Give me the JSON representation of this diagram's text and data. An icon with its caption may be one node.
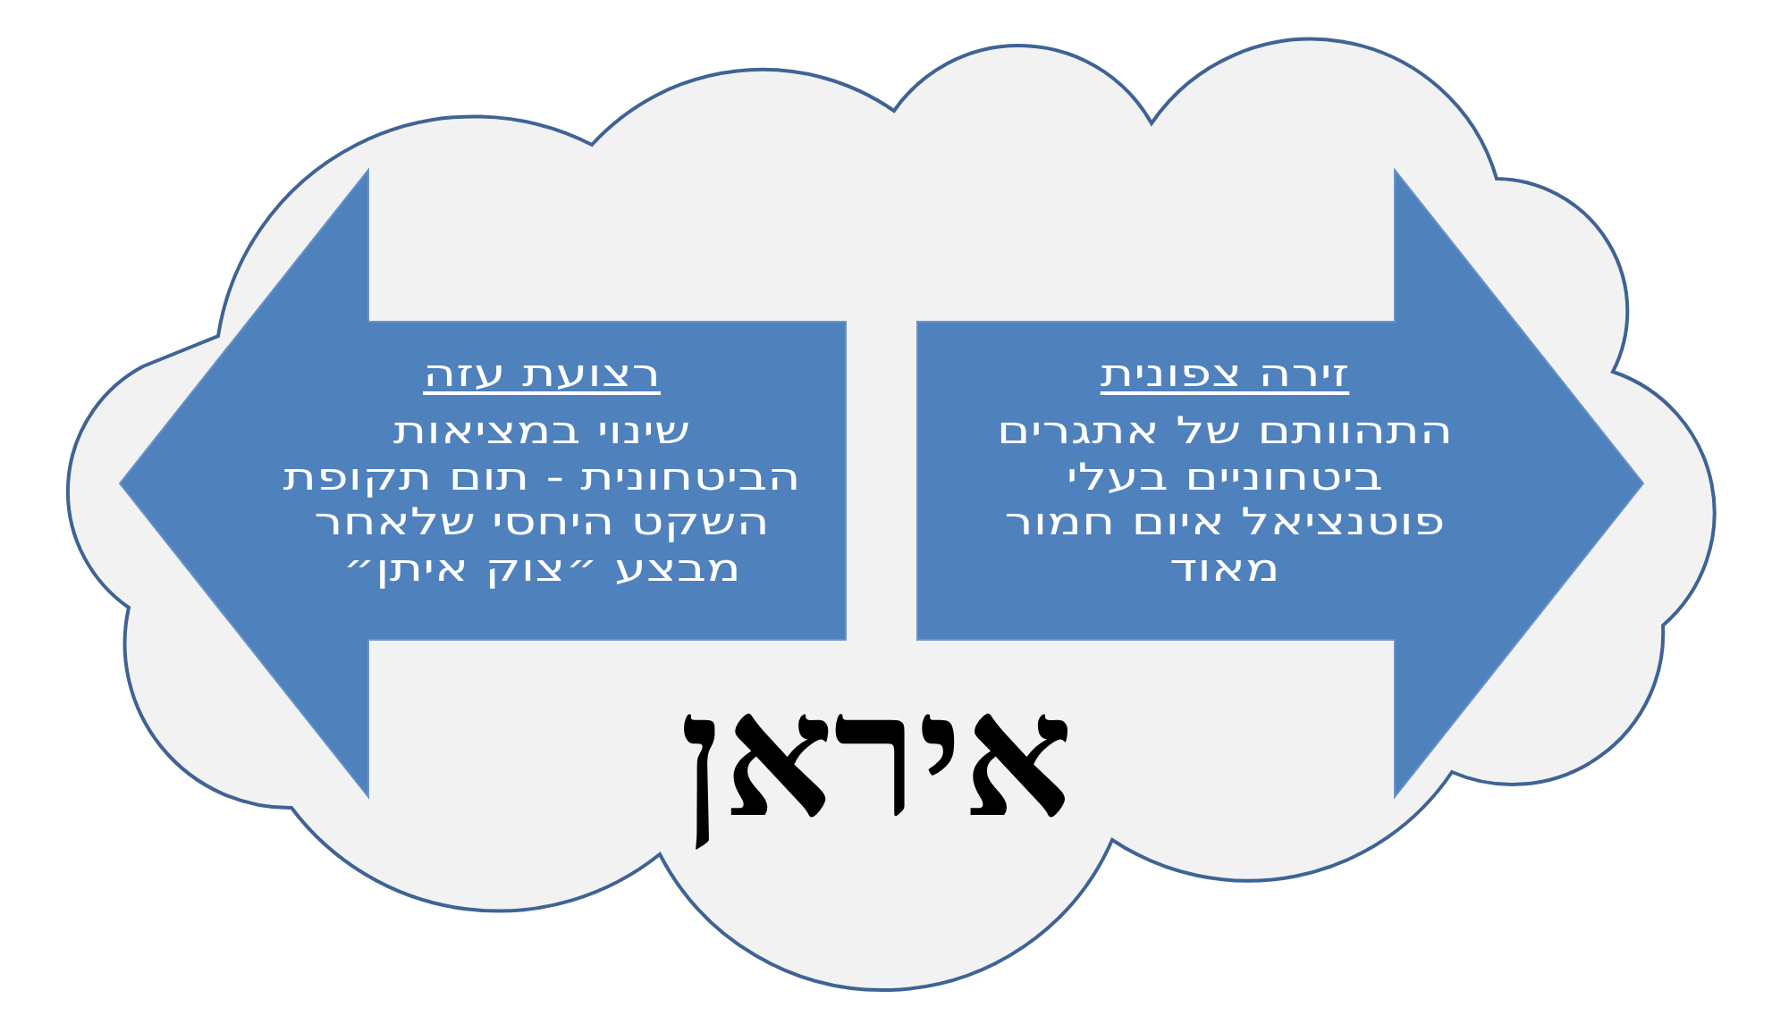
{
  "diagram": {
    "nodes": [
      {
        "text": [
          "איראן"
        ]
      },
      {
        "text": [
          "זירה צפונית",
          "התהוותם של אתגרים ביטחוניים בעלי פוטנציאל איום חמור מאוד"
        ],
        "in": 0
      },
      {
        "text": [
          "רצועת עזה",
          "שינוי במציאות הביטחונית - תום תקופת השקט היחסי שלאחר מבצע ״צוק איתן״"
        ],
        "in": 0
      }
    ]
  }
}
